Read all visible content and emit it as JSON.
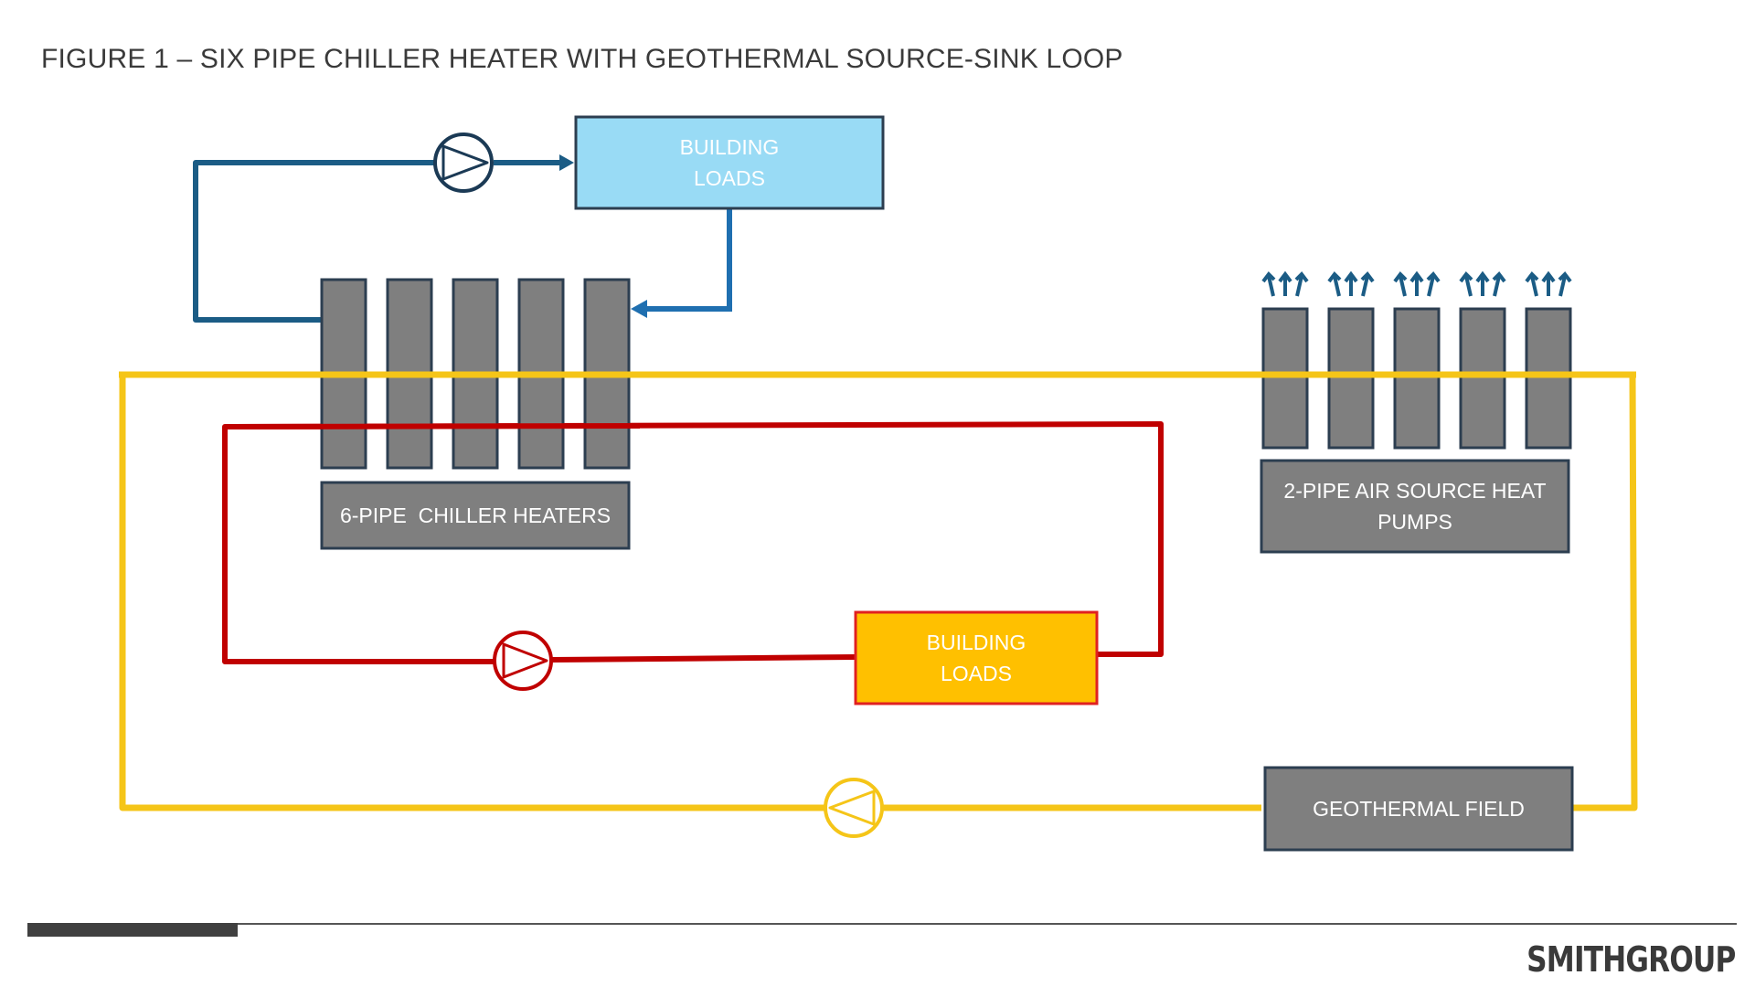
{
  "title": "FIGURE 1 – SIX PIPE CHILLER HEATER WITH GEOTHERMAL SOURCE-SINK LOOP",
  "nodes": {
    "cooling_loads": {
      "line1": "BUILDING",
      "line2": "LOADS"
    },
    "chiller_heaters": {
      "label": "6-PIPE  CHILLER HEATERS",
      "unit_count": 5
    },
    "heat_pumps": {
      "line1": "2-PIPE AIR SOURCE HEAT",
      "line2": "PUMPS",
      "unit_count": 5
    },
    "heating_loads": {
      "line1": "BUILDING",
      "line2": "LOADS"
    },
    "geothermal": {
      "label": "GEOTHERMAL FIELD"
    }
  },
  "colors": {
    "chilled_water": "#1b5c85",
    "cooling_loads_fill": "#99dbf5",
    "hot_water": "#c00000",
    "heating_loads_fill": "#ffc000",
    "geothermal_loop": "#f5c518",
    "unit_gray": "#7f7f7f",
    "outline": "#2c3e50"
  },
  "brand": "SMITHGROUP"
}
